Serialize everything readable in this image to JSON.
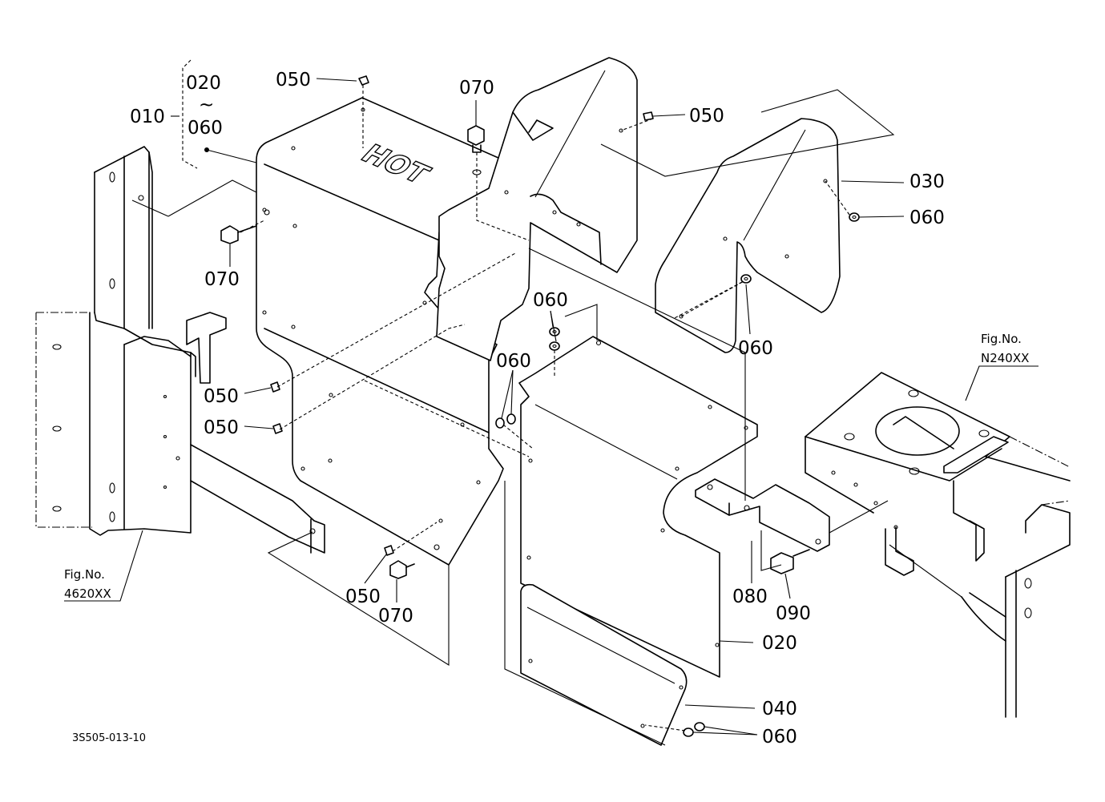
{
  "diagram": {
    "callouts": {
      "c010": "010",
      "c020_range": "020",
      "tilde": "~",
      "c060_range": "060",
      "c050_top": "050",
      "c070_top": "070",
      "c050_right": "050",
      "c030": "030",
      "c060_right": "060",
      "c070_left": "070",
      "c060_mid1": "060",
      "c060_mid2": "060",
      "c060_center": "060",
      "c050_left1": "050",
      "c050_left2": "050",
      "c050_bottom": "050",
      "c070_bottom": "070",
      "c080": "080",
      "c090": "090",
      "c020": "020",
      "c040": "040",
      "c060_bottom": "060"
    },
    "plate_text": "HOT",
    "ref_left": {
      "title": "Fig.No.",
      "number": "4620XX"
    },
    "ref_right": {
      "title": "Fig.No.",
      "number": "N240XX"
    },
    "drawing_code": "3S505-013-10"
  }
}
